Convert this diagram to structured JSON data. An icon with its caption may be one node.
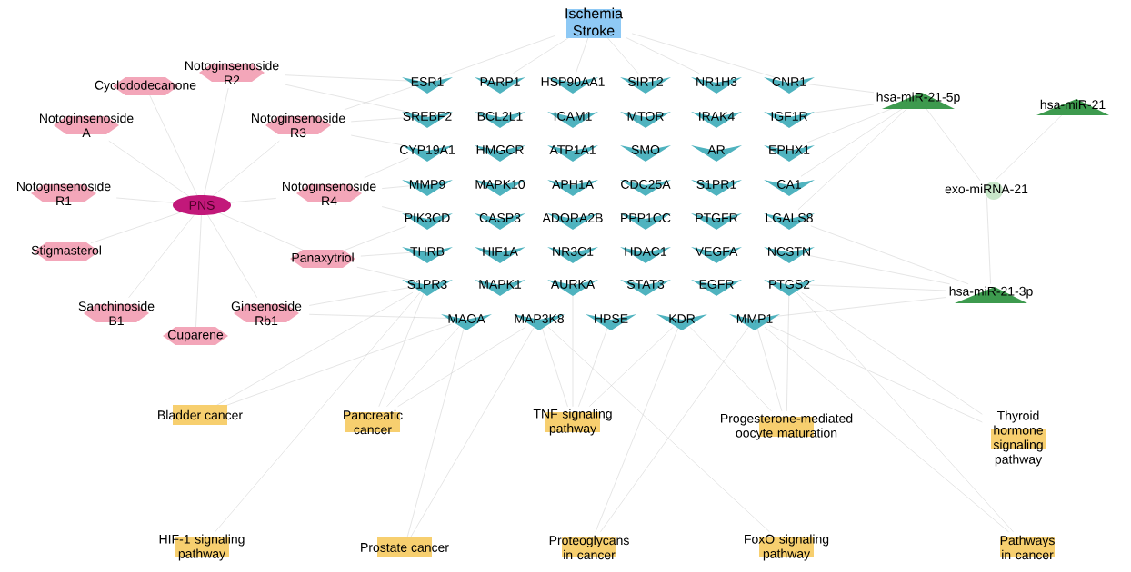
{
  "diagram": {
    "nodes": [
      {
        "text": [
          "Ischemia Stroke"
        ]
      },
      {
        "text": [
          "PNS"
        ]
      },
      {
        "text": [
          "Cyclododecanone"
        ]
      },
      {
        "text": [
          "Notoginsenoside R2"
        ]
      },
      {
        "text": [
          "Notoginsenoside A"
        ]
      },
      {
        "text": [
          "Notoginsenoside R3"
        ]
      },
      {
        "text": [
          "Notoginsenoside R1"
        ]
      },
      {
        "text": [
          "Notoginsenoside R4"
        ]
      },
      {
        "text": [
          "Stigmasterol"
        ]
      },
      {
        "text": [
          "Panaxytriol"
        ]
      },
      {
        "text": [
          "Sanchinoside B1"
        ]
      },
      {
        "text": [
          "Ginsenoside Rb1"
        ]
      },
      {
        "text": [
          "Cuparene"
        ]
      },
      {
        "text": [
          "ESR1"
        ]
      },
      {
        "text": [
          "PARP1"
        ]
      },
      {
        "text": [
          "HSP90AA1"
        ]
      },
      {
        "text": [
          "SIRT2"
        ]
      },
      {
        "text": [
          "NR1H3"
        ]
      },
      {
        "text": [
          "CNR1"
        ]
      },
      {
        "text": [
          "SREBF2"
        ]
      },
      {
        "text": [
          "BCL2L1"
        ]
      },
      {
        "text": [
          "ICAM1"
        ]
      },
      {
        "text": [
          "MTOR"
        ]
      },
      {
        "text": [
          "IRAK4"
        ]
      },
      {
        "text": [
          "IGF1R"
        ]
      },
      {
        "text": [
          "CYP19A1"
        ]
      },
      {
        "text": [
          "HMGCR"
        ]
      },
      {
        "text": [
          "ATP1A1"
        ]
      },
      {
        "text": [
          "SMO"
        ]
      },
      {
        "text": [
          "AR"
        ]
      },
      {
        "text": [
          "EPHX1"
        ]
      },
      {
        "text": [
          "MMP9"
        ]
      },
      {
        "text": [
          "MAPK10"
        ]
      },
      {
        "text": [
          "APH1A"
        ]
      },
      {
        "text": [
          "CDC25A"
        ]
      },
      {
        "text": [
          "S1PR1"
        ]
      },
      {
        "text": [
          "CA1"
        ]
      },
      {
        "text": [
          "PIK3CD"
        ]
      },
      {
        "text": [
          "CASP3"
        ]
      },
      {
        "text": [
          "ADORA2B"
        ]
      },
      {
        "text": [
          "PPP1CC"
        ]
      },
      {
        "text": [
          "PTGFR"
        ]
      },
      {
        "text": [
          "LGALS8"
        ]
      },
      {
        "text": [
          "THRB"
        ]
      },
      {
        "text": [
          "HIF1A"
        ]
      },
      {
        "text": [
          "NR3C1"
        ]
      },
      {
        "text": [
          "HDAC1"
        ]
      },
      {
        "text": [
          "VEGFA"
        ]
      },
      {
        "text": [
          "NCSTN"
        ]
      },
      {
        "text": [
          "S1PR3"
        ]
      },
      {
        "text": [
          "MAPK1"
        ]
      },
      {
        "text": [
          "AURKA"
        ]
      },
      {
        "text": [
          "STAT3"
        ]
      },
      {
        "text": [
          "EGFR"
        ]
      },
      {
        "text": [
          "PTGS2"
        ]
      },
      {
        "text": [
          "MAOA"
        ]
      },
      {
        "text": [
          "MAP3K8"
        ]
      },
      {
        "text": [
          "HPSE"
        ]
      },
      {
        "text": [
          "KDR"
        ]
      },
      {
        "text": [
          "MMP1"
        ]
      },
      {
        "text": [
          "hsa-miR-21-5p"
        ]
      },
      {
        "text": [
          "hsa-miR-21"
        ]
      },
      {
        "text": [
          "exo-miRNA-21"
        ]
      },
      {
        "text": [
          "hsa-miR-21-3p"
        ]
      },
      {
        "text": [
          "Bladder cancer"
        ]
      },
      {
        "text": [
          "Pancreatic cancer"
        ]
      },
      {
        "text": [
          "TNF signaling pathway"
        ]
      },
      {
        "text": [
          "Progesterone-mediated oocyte maturation"
        ]
      },
      {
        "text": [
          "Thyroid hormone signaling pathway"
        ]
      },
      {
        "text": [
          "HIF-1 signaling pathway"
        ]
      },
      {
        "text": [
          "Prostate cancer"
        ]
      },
      {
        "text": [
          "Proteoglycans in cancer"
        ]
      },
      {
        "text": [
          "FoxO signaling pathway"
        ]
      },
      {
        "text": [
          "Pathways in cancer"
        ]
      }
    ],
    "edges": [
      {
        "from": 1,
        "to": 2,
        "arrow": "none"
      },
      {
        "from": 1,
        "to": 3,
        "arrow": "none"
      },
      {
        "from": 1,
        "to": 4,
        "arrow": "none"
      },
      {
        "from": 1,
        "to": 5,
        "arrow": "none"
      },
      {
        "from": 1,
        "to": 6,
        "arrow": "none"
      },
      {
        "from": 1,
        "to": 7,
        "arrow": "none"
      },
      {
        "from": 1,
        "to": 8,
        "arrow": "none"
      },
      {
        "from": 1,
        "to": 9,
        "arrow": "none"
      },
      {
        "from": 1,
        "to": 10,
        "arrow": "none"
      },
      {
        "from": 1,
        "to": 11,
        "arrow": "none"
      },
      {
        "from": 1,
        "to": 12,
        "arrow": "none"
      },
      {
        "from": 13,
        "to": 0,
        "arrow": "none"
      },
      {
        "from": 14,
        "to": 0,
        "arrow": "none"
      },
      {
        "from": 15,
        "to": 0,
        "arrow": "none"
      },
      {
        "from": 16,
        "to": 0,
        "arrow": "none"
      },
      {
        "from": 17,
        "to": 0,
        "arrow": "none"
      },
      {
        "from": 18,
        "to": 0,
        "arrow": "none"
      },
      {
        "from": 3,
        "to": 13,
        "arrow": "none"
      },
      {
        "from": 3,
        "to": 19,
        "arrow": "none"
      },
      {
        "from": 5,
        "to": 13,
        "arrow": "none"
      },
      {
        "from": 5,
        "to": 19,
        "arrow": "none"
      },
      {
        "from": 5,
        "to": 25,
        "arrow": "none"
      },
      {
        "from": 7,
        "to": 25,
        "arrow": "none"
      },
      {
        "from": 7,
        "to": 31,
        "arrow": "none"
      },
      {
        "from": 7,
        "to": 37,
        "arrow": "none"
      },
      {
        "from": 9,
        "to": 37,
        "arrow": "none"
      },
      {
        "from": 9,
        "to": 43,
        "arrow": "none"
      },
      {
        "from": 9,
        "to": 49,
        "arrow": "none"
      },
      {
        "from": 11,
        "to": 49,
        "arrow": "none"
      },
      {
        "from": 11,
        "to": 55,
        "arrow": "none"
      },
      {
        "from": 60,
        "to": 18,
        "arrow": "none"
      },
      {
        "from": 60,
        "to": 24,
        "arrow": "none"
      },
      {
        "from": 60,
        "to": 30,
        "arrow": "none"
      },
      {
        "from": 60,
        "to": 36,
        "arrow": "none"
      },
      {
        "from": 60,
        "to": 42,
        "arrow": "none"
      },
      {
        "from": 63,
        "to": 54,
        "arrow": "none"
      },
      {
        "from": 63,
        "to": 48,
        "arrow": "none"
      },
      {
        "from": 63,
        "to": 42,
        "arrow": "none"
      },
      {
        "from": 63,
        "to": 59,
        "arrow": "none"
      },
      {
        "from": 62,
        "to": 60,
        "arrow": "none"
      },
      {
        "from": 62,
        "to": 61,
        "arrow": "none"
      },
      {
        "from": 62,
        "to": 63,
        "arrow": "none"
      },
      {
        "from": 55,
        "to": 64,
        "arrow": "none"
      },
      {
        "from": 49,
        "to": 64,
        "arrow": "none"
      },
      {
        "from": 55,
        "to": 65,
        "arrow": "none"
      },
      {
        "from": 56,
        "to": 65,
        "arrow": "none"
      },
      {
        "from": 49,
        "to": 65,
        "arrow": "none"
      },
      {
        "from": 56,
        "to": 66,
        "arrow": "none"
      },
      {
        "from": 57,
        "to": 66,
        "arrow": "none"
      },
      {
        "from": 58,
        "to": 66,
        "arrow": "none"
      },
      {
        "from": 51,
        "to": 66,
        "arrow": "none"
      },
      {
        "from": 58,
        "to": 67,
        "arrow": "none"
      },
      {
        "from": 59,
        "to": 67,
        "arrow": "none"
      },
      {
        "from": 54,
        "to": 67,
        "arrow": "none"
      },
      {
        "from": 59,
        "to": 68,
        "arrow": "none"
      },
      {
        "from": 54,
        "to": 68,
        "arrow": "none"
      },
      {
        "from": 49,
        "to": 69,
        "arrow": "none"
      },
      {
        "from": 55,
        "to": 70,
        "arrow": "none"
      },
      {
        "from": 56,
        "to": 70,
        "arrow": "none"
      },
      {
        "from": 58,
        "to": 71,
        "arrow": "none"
      },
      {
        "from": 59,
        "to": 71,
        "arrow": "none"
      },
      {
        "from": 56,
        "to": 72,
        "arrow": "none"
      },
      {
        "from": 54,
        "to": 73,
        "arrow": "none"
      },
      {
        "from": 59,
        "to": 73,
        "arrow": "none"
      }
    ]
  }
}
